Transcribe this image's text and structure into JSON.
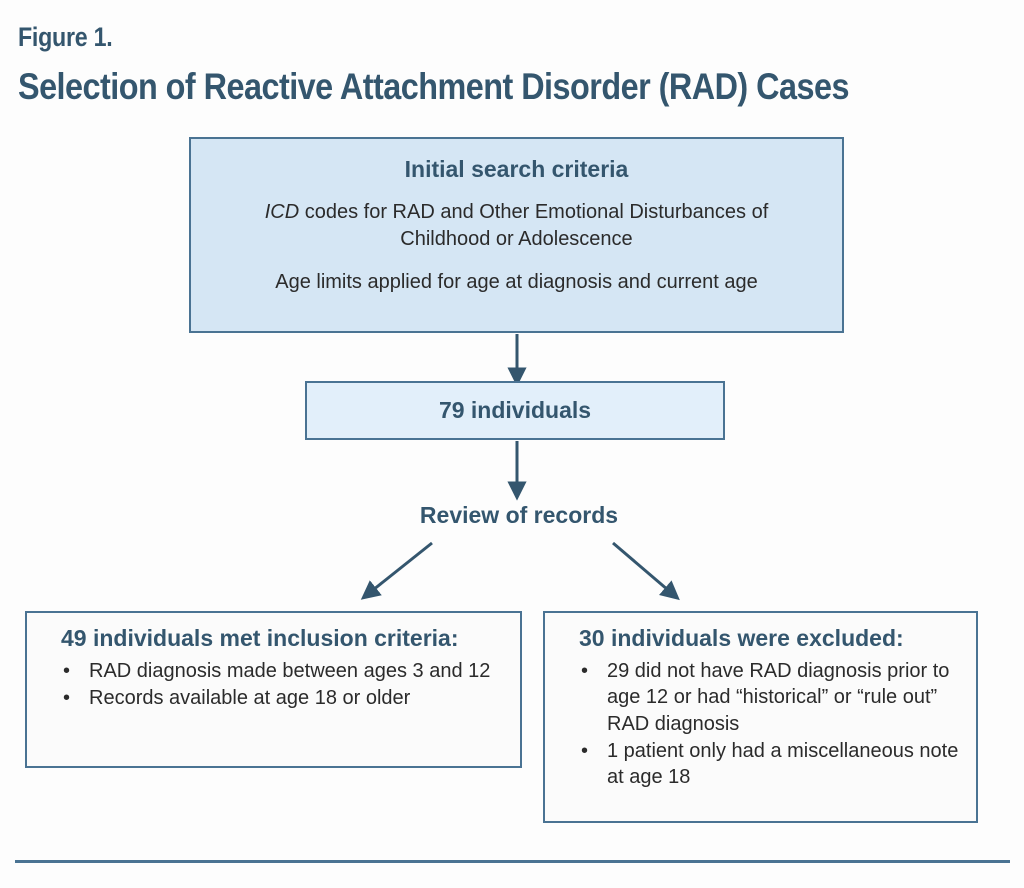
{
  "figure": {
    "label": "Figure 1.",
    "title": "Selection of Reactive Attachment Disorder (RAD) Cases"
  },
  "colors": {
    "accent": "#34566e",
    "border": "#4a7393",
    "fill_primary": "#d5e6f4",
    "fill_secondary": "#e2effa",
    "fill_plain": "#fbfbfb",
    "body_text": "#2b2b2b",
    "page_background": "#fdfdfd"
  },
  "flow": {
    "criteria_box": {
      "heading": "Initial search criteria",
      "line_italic": "ICD",
      "line_rest": " codes for RAD and Other Emotional Disturbances of Childhood or Adolescence",
      "line_two": "Age limits applied for age at diagnosis and current age"
    },
    "count_box": {
      "label": "79 individuals"
    },
    "review_label": "Review of records",
    "included_box": {
      "heading": "49 individuals met inclusion criteria:",
      "bullet_marker": "•",
      "bullets": [
        "RAD diagnosis made between ages 3 and 12",
        "Records available at age 18 or older"
      ]
    },
    "excluded_box": {
      "heading": "30 individuals were excluded:",
      "bullet_marker": "•",
      "bullets": [
        "29 did not have RAD diagnosis prior to age 12 or had “historical” or “rule out” RAD diagnosis",
        "1 patient only had a miscellaneous note at age 18"
      ]
    }
  },
  "chart_data": {
    "type": "diagram",
    "title": "Selection of Reactive Attachment Disorder (RAD) Cases",
    "nodes": [
      {
        "id": "criteria",
        "label": "Initial search criteria",
        "value": null
      },
      {
        "id": "count",
        "label": "79 individuals",
        "value": 79
      },
      {
        "id": "review",
        "label": "Review of records",
        "value": null
      },
      {
        "id": "included",
        "label": "49 individuals met inclusion criteria:",
        "value": 49
      },
      {
        "id": "excluded",
        "label": "30 individuals were excluded:",
        "value": 30
      }
    ],
    "edges": [
      {
        "from": "criteria",
        "to": "count"
      },
      {
        "from": "count",
        "to": "review"
      },
      {
        "from": "review",
        "to": "included"
      },
      {
        "from": "review",
        "to": "excluded"
      }
    ]
  }
}
